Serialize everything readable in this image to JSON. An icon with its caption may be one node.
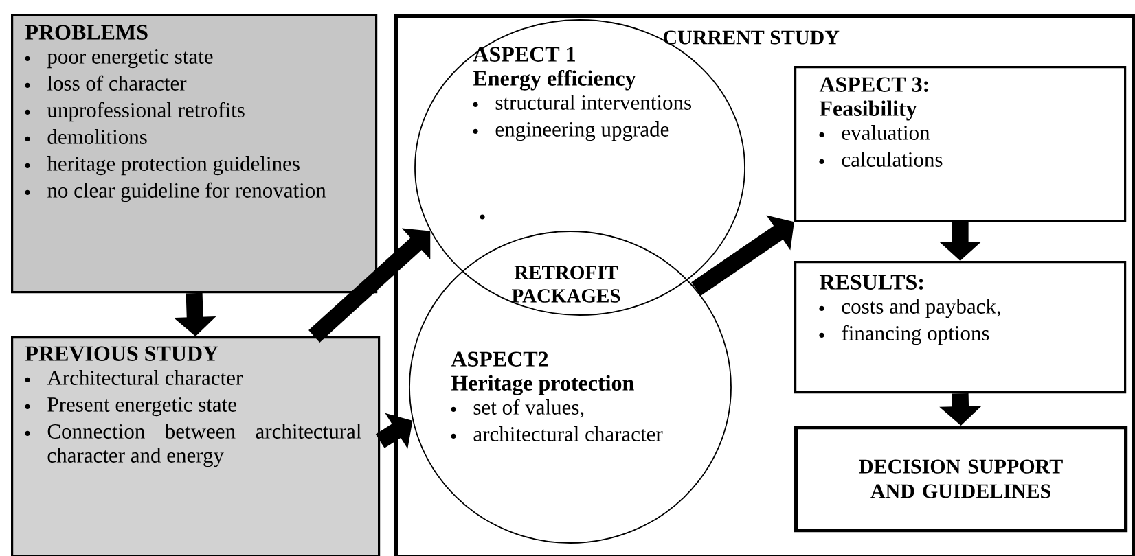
{
  "diagram": {
    "nodes": [
      {
        "text": [
          "PROBLEMS",
          "poor energetic state",
          "loss of character",
          "unprofessional retrofits",
          "demolitions",
          "heritage protection guidelines",
          "no clear guideline for renovation"
        ]
      },
      {
        "text": [
          "PREVIOUS STUDY",
          "Architectural character",
          "Present energetic state",
          "Connection between architectural character and energy"
        ]
      },
      {
        "text": [
          "CURRENT STUDY"
        ]
      },
      {
        "text": [
          "ASPECT 1",
          "Energy efficiency",
          "structural interventions",
          "engineering upgrade"
        ],
        "in": 2
      },
      {
        "text": [
          "ASPECT2",
          "Heritage protection",
          "set of values,",
          "architectural character"
        ],
        "in": 2
      },
      {
        "text": [
          "ASPECT 3:",
          "Feasibility",
          "evaluation",
          "calculations"
        ],
        "in": 2
      },
      {
        "text": [
          "RESULTS:",
          "costs and payback,",
          "financing options"
        ],
        "in": 2
      },
      {
        "text": [
          "DECISION SUPPORT AND GUIDELINES"
        ],
        "in": 2
      }
    ],
    "edges": [
      {
        "from": 0,
        "to": 1,
        "arrow": "to"
      },
      {
        "from": 1,
        "to": 3,
        "arrow": "to"
      },
      {
        "from": 1,
        "to": 4,
        "arrow": "to"
      },
      {
        "from": 4,
        "to": 5,
        "arrow": "to"
      },
      {
        "from": 5,
        "to": 6,
        "arrow": "to"
      },
      {
        "from": 6,
        "to": 7,
        "arrow": "to"
      }
    ],
    "labels": [
      "RETROFIT PACKAGES"
    ]
  }
}
